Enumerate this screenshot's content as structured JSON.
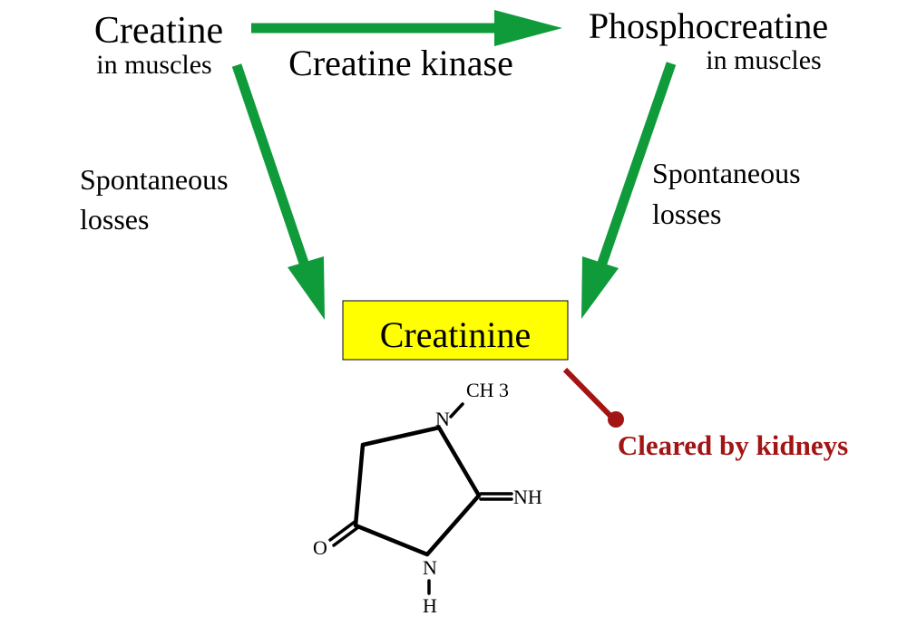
{
  "colors": {
    "arrow": "#0f9b3a",
    "box_fill": "#ffff00",
    "clearance": "#a31515",
    "structure": "#000000"
  },
  "nodes": {
    "creatine": {
      "title": "Creatine",
      "subtitle": "in muscles"
    },
    "phosphocreatine": {
      "title": "Phosphocreatine",
      "subtitle": "in muscles"
    },
    "creatinine": {
      "title": "Creatinine"
    }
  },
  "edges": {
    "kinase_label": "Creatine kinase",
    "left_loss": {
      "line1": "Spontaneous",
      "line2": "losses"
    },
    "right_loss": {
      "line1": "Spontaneous",
      "line2": "losses"
    },
    "clearance_label": "Cleared by kidneys"
  },
  "structure": {
    "methyl": "CH 3",
    "n_top": "N",
    "imine": "NH",
    "n_bottom": "N",
    "h": "H",
    "oxygen": "O"
  }
}
